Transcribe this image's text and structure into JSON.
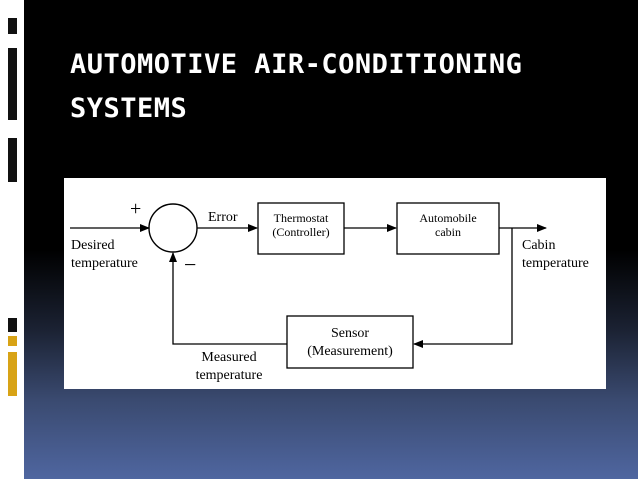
{
  "slide": {
    "title_line1": "AUTOMOTIVE AIR-CONDITIONING",
    "title_line2": "SYSTEMS"
  },
  "diagram": {
    "input_label_line1": "Desired",
    "input_label_line2": "temperature",
    "plus_sign": "+",
    "minus_sign": "−",
    "error_label": "Error",
    "controller_line1": "Thermostat",
    "controller_line2": "(Controller)",
    "plant_line1": "Automobile",
    "plant_line2": "cabin",
    "output_label_line1": "Cabin",
    "output_label_line2": "temperature",
    "sensor_line1": "Sensor",
    "sensor_line2": "(Measurement)",
    "feedback_label_line1": "Measured",
    "feedback_label_line2": "temperature"
  },
  "colors": {
    "accent_gold": "#d8a316",
    "title_text": "#ffffff"
  }
}
